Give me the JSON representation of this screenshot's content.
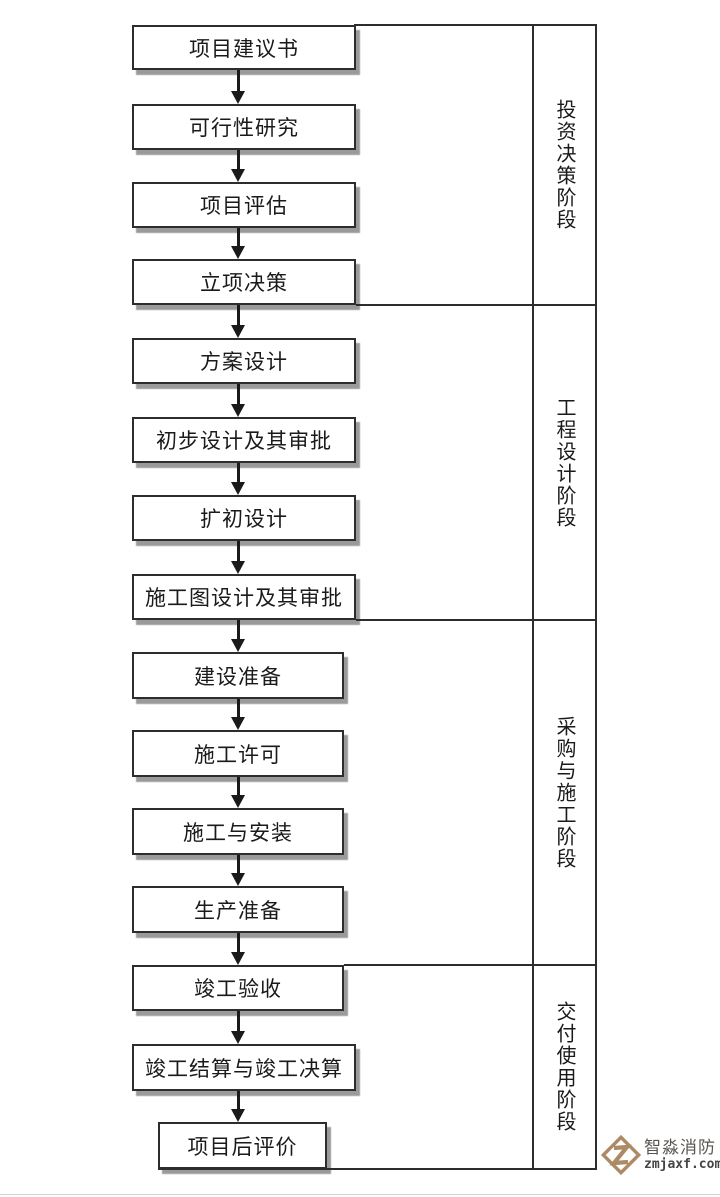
{
  "diagram": {
    "title": "construction-project-phases-flowchart",
    "boxes": [
      {
        "label": "项目建议书"
      },
      {
        "label": "可行性研究"
      },
      {
        "label": "项目评估"
      },
      {
        "label": "立项决策"
      },
      {
        "label": "方案设计"
      },
      {
        "label": "初步设计及其审批"
      },
      {
        "label": "扩初设计"
      },
      {
        "label": "施工图设计及其审批"
      },
      {
        "label": "建设准备"
      },
      {
        "label": "施工许可"
      },
      {
        "label": "施工与安装"
      },
      {
        "label": "生产准备"
      },
      {
        "label": "竣工验收"
      },
      {
        "label": "竣工结算与竣工决算"
      },
      {
        "label": "项目后评价"
      }
    ],
    "phases": [
      {
        "label": "投资决策阶段"
      },
      {
        "label": "工程设计阶段"
      },
      {
        "label": "采购与施工阶段"
      },
      {
        "label": "交付使用阶段"
      }
    ],
    "colors": {
      "box_border": "#2d2d2d",
      "box_shadow": "#9a9a9a",
      "line": "#2d2d2d",
      "text": "#1a1a1a",
      "background": "#ffffff"
    }
  },
  "watermark": {
    "brand": "智淼消防",
    "site": "zmjaxf.com",
    "icon": "diamond-z-logo-icon",
    "accent": "#ad8a66"
  }
}
